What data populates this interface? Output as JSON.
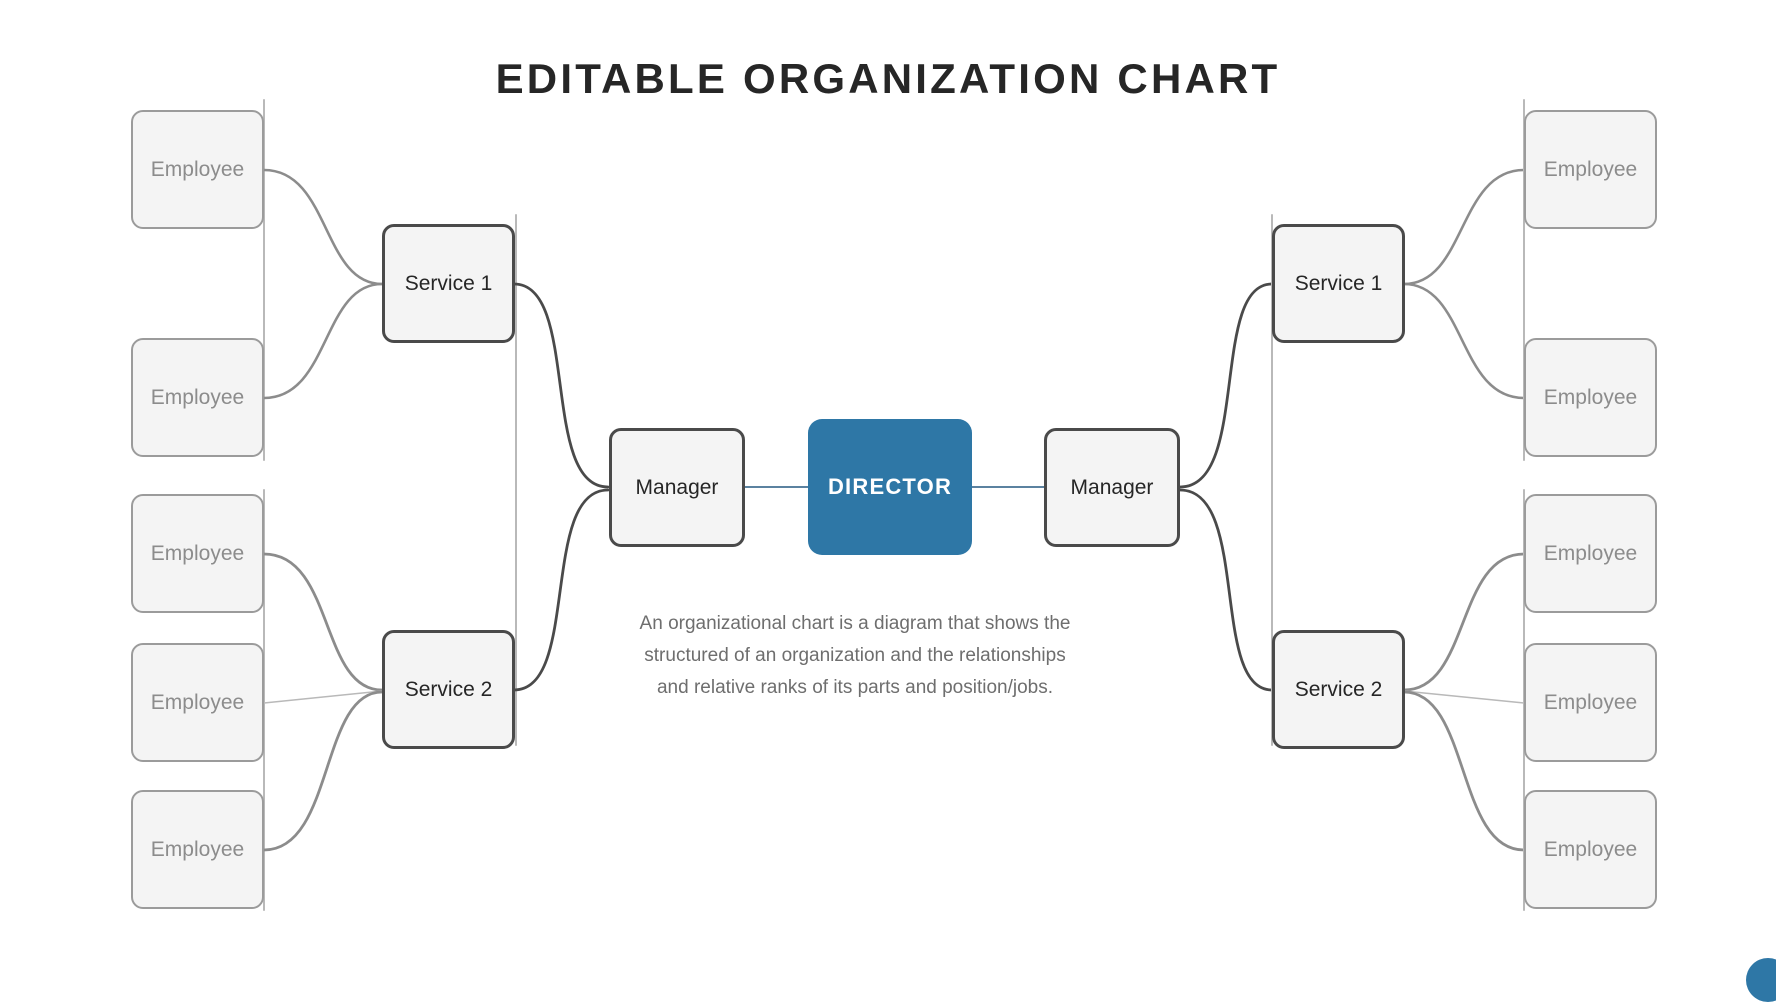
{
  "header": {
    "title": "EDITABLE ORGANIZATION CHART"
  },
  "description": {
    "text": "An organizational chart is a diagram that shows the structured of an organization and the relationships and relative ranks of its parts and position/jobs.",
    "line1": "An organizational chart is a diagram that shows the",
    "line2": "structured of an organization and the relationships",
    "line3": "and relative ranks of its parts and position/jobs."
  },
  "colors": {
    "director_fill": "#2e77a6",
    "director_text": "#ffffff",
    "node_fill": "#f4f4f4",
    "service_border": "#4a4a4a",
    "employee_border": "#9b9b9b",
    "employee_text": "#8c8c8c",
    "node_text": "#262626",
    "title_text": "#262626",
    "description_text": "#6e6e6e",
    "connector_dark": "#4a4a4a",
    "connector_gray": "#8c8c8c",
    "connector_thin": "#b9b9b9",
    "connector_blue": "#5b82a0",
    "background": "#ffffff"
  },
  "chart_data": {
    "type": "diagram",
    "title": "EDITABLE ORGANIZATION CHART",
    "root": {
      "label": "DIRECTOR",
      "role": "director"
    },
    "nodes": {
      "director": {
        "label": "DIRECTOR"
      },
      "manager_left": {
        "label": "Manager"
      },
      "manager_right": {
        "label": "Manager"
      },
      "service_left_1": {
        "label": "Service 1"
      },
      "service_left_2": {
        "label": "Service 2"
      },
      "service_right_1": {
        "label": "Service 1"
      },
      "service_right_2": {
        "label": "Service 2"
      },
      "employee_l1a": {
        "label": "Employee"
      },
      "employee_l1b": {
        "label": "Employee"
      },
      "employee_l2a": {
        "label": "Employee"
      },
      "employee_l2b": {
        "label": "Employee"
      },
      "employee_l2c": {
        "label": "Employee"
      },
      "employee_r1a": {
        "label": "Employee"
      },
      "employee_r1b": {
        "label": "Employee"
      },
      "employee_r2a": {
        "label": "Employee"
      },
      "employee_r2b": {
        "label": "Employee"
      },
      "employee_r2c": {
        "label": "Employee"
      }
    },
    "hierarchy": [
      {
        "label": "DIRECTOR",
        "children": [
          {
            "label": "Manager",
            "side": "left",
            "children": [
              {
                "label": "Service 1",
                "children": [
                  {
                    "label": "Employee"
                  },
                  {
                    "label": "Employee"
                  }
                ]
              },
              {
                "label": "Service 2",
                "children": [
                  {
                    "label": "Employee"
                  },
                  {
                    "label": "Employee"
                  },
                  {
                    "label": "Employee"
                  }
                ]
              }
            ]
          },
          {
            "label": "Manager",
            "side": "right",
            "children": [
              {
                "label": "Service 1",
                "children": [
                  {
                    "label": "Employee"
                  },
                  {
                    "label": "Employee"
                  }
                ]
              },
              {
                "label": "Service 2",
                "children": [
                  {
                    "label": "Employee"
                  },
                  {
                    "label": "Employee"
                  },
                  {
                    "label": "Employee"
                  }
                ]
              }
            ]
          }
        ]
      }
    ],
    "counts": {
      "directors": 1,
      "managers": 2,
      "services": 4,
      "employees": 10
    }
  }
}
